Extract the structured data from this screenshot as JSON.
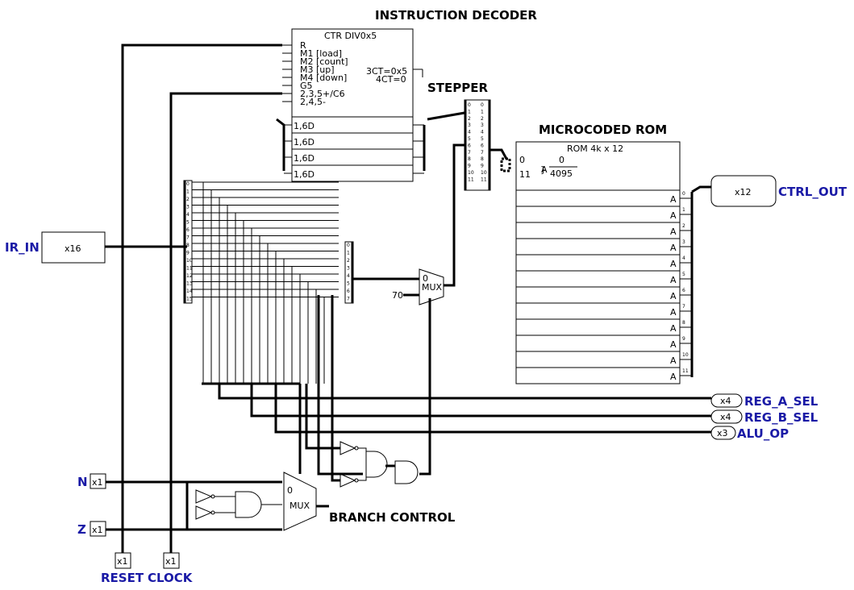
{
  "titles": {
    "decoder": "INSTRUCTION DECODER",
    "stepper": "STEPPER",
    "rom": "MICROCODED ROM",
    "branch": "BRANCH CONTROL"
  },
  "counter": {
    "title": "CTR DIV0x5",
    "pins": [
      "R",
      "M1 [load]",
      "M2 [count]",
      "M3 [up]",
      "M4 [down]",
      "G5",
      "2,3,5+/C6",
      "2,4,5-"
    ],
    "out_3ct": "3CT=0x5",
    "out_4ct": "4CT=0",
    "register_rows": [
      "1,6D",
      "1,6D",
      "1,6D",
      "1,6D"
    ]
  },
  "rom": {
    "title": "ROM 4k x 12",
    "addr_top": "0",
    "addr_bot": "11",
    "addr_sym": "A",
    "range_lo": "0",
    "range_hi": "4095",
    "output_label": "A",
    "output_count": 12
  },
  "inputs": {
    "ir_in": {
      "label": "IR_IN",
      "width": "x16"
    },
    "n": {
      "label": "N",
      "width": "x1"
    },
    "z": {
      "label": "Z",
      "width": "x1"
    },
    "reset": {
      "label": "RESET",
      "width": "x1"
    },
    "clock": {
      "label": "CLOCK",
      "width": "x1"
    }
  },
  "outputs": {
    "ctrl_out": {
      "label": "CTRL_OUT",
      "width": "x12"
    },
    "reg_a_sel": {
      "label": "REG_A_SEL",
      "width": "x4"
    },
    "reg_b_sel": {
      "label": "REG_B_SEL",
      "width": "x4"
    },
    "alu_op": {
      "label": "ALU_OP",
      "width": "x3"
    }
  },
  "mux_upper": {
    "label": "MUX",
    "sel0": "0",
    "const": "70"
  },
  "mux_lower": {
    "label": "MUX",
    "sel0": "0"
  },
  "splitter_bits": [
    "0",
    "1",
    "2",
    "3",
    "4",
    "5",
    "6",
    "7",
    "8",
    "9",
    "10",
    "11",
    "12",
    "13",
    "14",
    "15"
  ],
  "stepper_bits": [
    "0",
    "1",
    "2",
    "3",
    "4",
    "5",
    "6",
    "7",
    "8",
    "9",
    "10",
    "11"
  ],
  "colors": {
    "io_label": "#1a1aa6",
    "wire": "#000000"
  }
}
